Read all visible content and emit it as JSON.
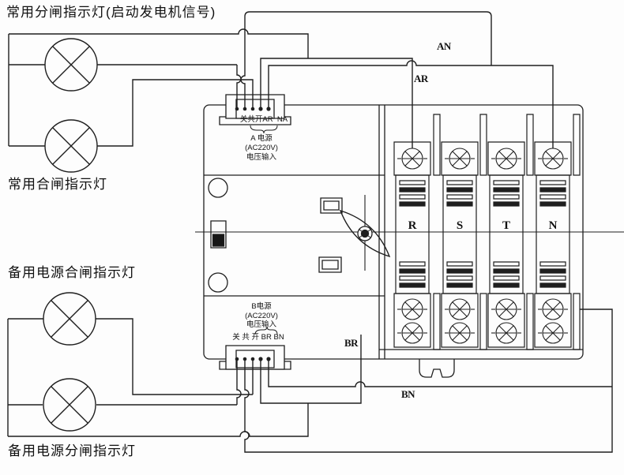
{
  "labels": {
    "normal_open_lamp": "常用分闸指示灯(启动发电机信号)",
    "normal_closed_lamp": "常用合闸指示灯",
    "backup_closed_lamp": "备用电源合闸指示灯",
    "backup_open_lamp": "备用电源分闸指示灯"
  },
  "device": {
    "terminal_row_a": "关共开AR  NA",
    "power_a": {
      "line1": "A 电源",
      "line2": "(AC220V)",
      "line3": "电压输入"
    },
    "power_b": {
      "line1": "B电源",
      "line2": "(AC220V)",
      "line3": "电压输入"
    },
    "terminal_row_b": "关 共 开 BR BN",
    "pole_labels": [
      "R",
      "S",
      "T",
      "N"
    ]
  },
  "wire_labels": {
    "an": "AN",
    "ar": "AR",
    "br": "BR",
    "bn": "BN"
  },
  "colors": {
    "line": "#1f1f1f",
    "background": "#fdfdfd"
  }
}
